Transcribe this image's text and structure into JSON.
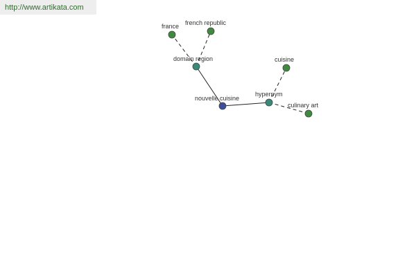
{
  "watermark": {
    "url": "http://www.artikata.com",
    "color": "#2e6b2e"
  },
  "graph": {
    "colors": {
      "root": "#3d4f9a",
      "relation": "#3a8a7a",
      "leaf": "#3f8a3f"
    },
    "nodes": {
      "nouvelle_cuisine": {
        "label": "nouvelle cuisine",
        "kind": "root"
      },
      "domain_region": {
        "label": "domain region",
        "kind": "relation"
      },
      "hypernym": {
        "label": "hypernym",
        "kind": "relation"
      },
      "france": {
        "label": "france",
        "kind": "leaf"
      },
      "french_republic": {
        "label": "french republic",
        "kind": "leaf"
      },
      "cuisine": {
        "label": "cuisine",
        "kind": "leaf"
      },
      "culinary_art": {
        "label": "culinary art",
        "kind": "leaf"
      }
    },
    "edges": [
      {
        "from": "nouvelle_cuisine",
        "to": "domain_region",
        "style": "solid"
      },
      {
        "from": "nouvelle_cuisine",
        "to": "hypernym",
        "style": "solid"
      },
      {
        "from": "domain_region",
        "to": "france",
        "style": "dashed"
      },
      {
        "from": "domain_region",
        "to": "french_republic",
        "style": "dashed"
      },
      {
        "from": "hypernym",
        "to": "cuisine",
        "style": "dashed"
      },
      {
        "from": "hypernym",
        "to": "culinary_art",
        "style": "dashed"
      }
    ]
  }
}
